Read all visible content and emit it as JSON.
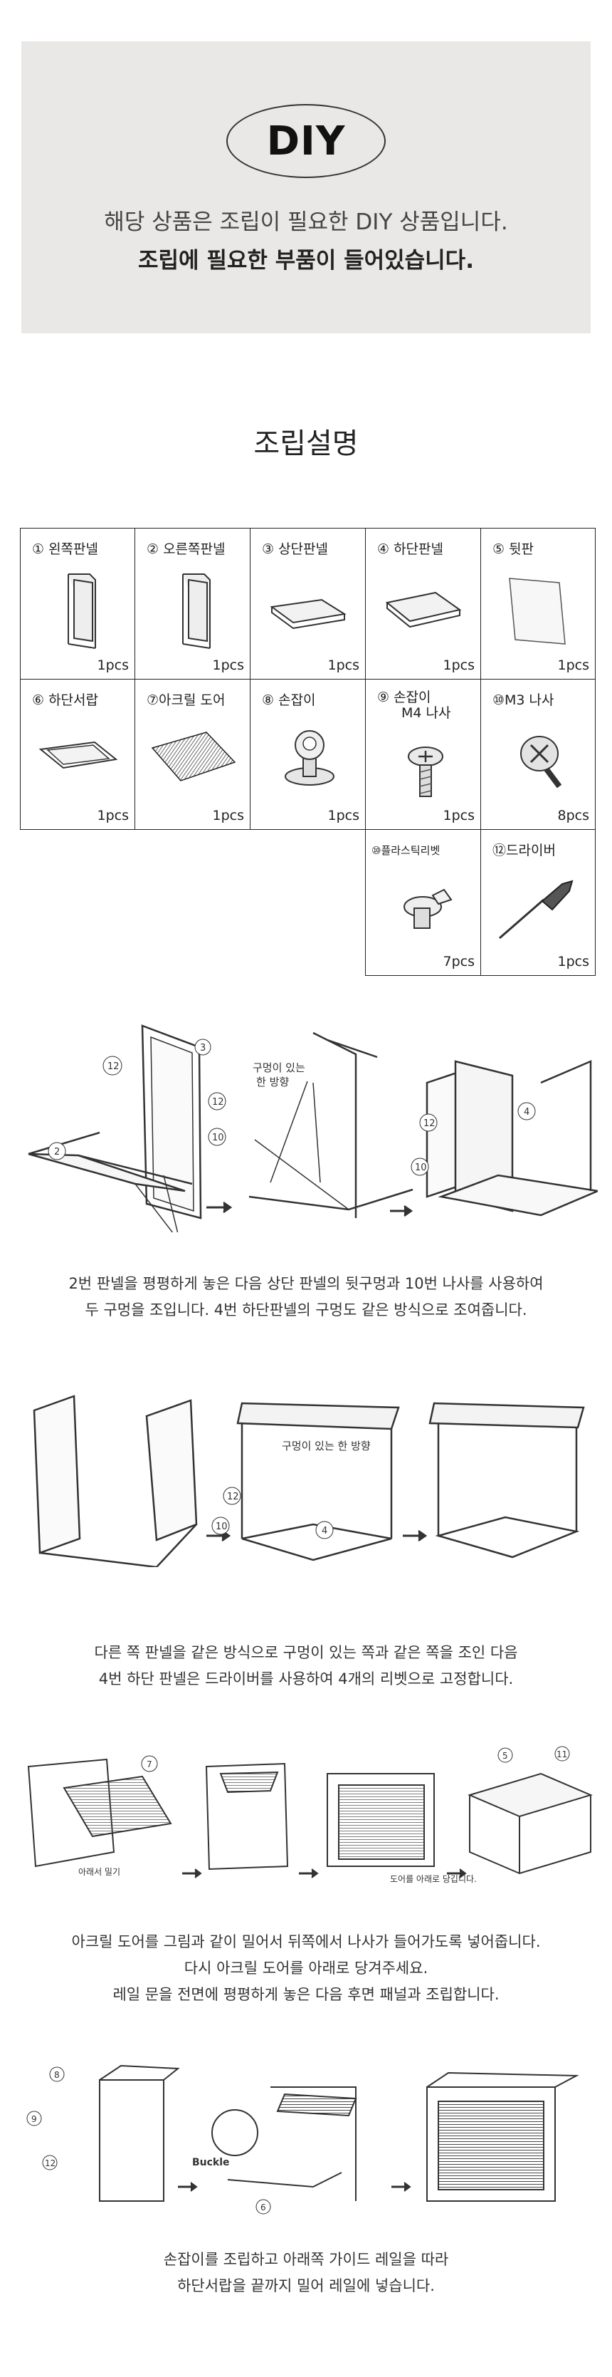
{
  "banner": {
    "badge": "DIY",
    "line1": "해당 상품은 조립이 필요한 DIY 상품입니다.",
    "line2": "조립에 필요한 부품이 들어있습니다."
  },
  "assembly_title": "조립설명",
  "parts": [
    {
      "label": "① 왼쪽판넬",
      "qty": "1pcs"
    },
    {
      "label": "② 오른쪽판넬",
      "qty": "1pcs"
    },
    {
      "label": "③ 상단판넬",
      "qty": "1pcs"
    },
    {
      "label": "④ 하단판넬",
      "qty": "1pcs"
    },
    {
      "label": "⑤ 뒷판",
      "qty": "1pcs"
    },
    {
      "label": "⑥ 하단서랍",
      "qty": "1pcs"
    },
    {
      "label": "⑦아크릴 도어",
      "qty": "1pcs"
    },
    {
      "label": "⑧ 손잡이",
      "qty": "1pcs"
    },
    {
      "label": "⑨ 손잡이",
      "label2": "M4 나사",
      "qty": "1pcs"
    },
    {
      "label": "⑩M3 나사",
      "qty": "8pcs"
    },
    {
      "label": "⑩플라스틱리벳",
      "qty": "7pcs"
    },
    {
      "label": "⑫드라이버",
      "qty": "1pcs"
    }
  ],
  "steps": [
    {
      "annotations": {
        "hole_side": "구멍이 있는",
        "hole_side2": "한 방향",
        "n12": "12",
        "n3": "3",
        "n2": "2",
        "n10": "10",
        "n4": "4"
      },
      "caption": [
        "2번 판넬을 평평하게 놓은 다음 상단 판넬의 뒷구멍과 10번 나사를 사용하여",
        "두 구멍을 조입니다. 4번 하단판넬의 구멍도 같은 방식으로 조여줍니다."
      ]
    },
    {
      "annotations": {
        "hole_side": "구멍이 있는 한 방향",
        "n12": "12",
        "n10": "10",
        "n4": "4"
      },
      "caption": [
        "다른 쪽 판넬을 같은 방식으로 구멍이 있는 쪽과 같은 쪽을 조인 다음",
        "4번 하단 판넬은 드라이버를 사용하여 4개의 리벳으로 고정합니다."
      ]
    },
    {
      "annotations": {
        "push_down": "아래서 밀기",
        "pull_down": "도어를 아래로 당깁니다.",
        "n7": "7",
        "n5": "5",
        "n11": "11"
      },
      "caption": [
        "아크릴 도어를 그림과 같이 밀어서 뒤쪽에서 나사가 들어가도록 넣어줍니다.",
        "다시 아크릴 도어를 아래로 당겨주세요.",
        "레일 문을 전면에 평평하게 놓은 다음 후면 패널과 조립합니다."
      ]
    },
    {
      "annotations": {
        "buckle": "Buckle",
        "n8": "8",
        "n9": "9",
        "n12": "12",
        "n6": "6"
      },
      "caption": [
        "손잡이를 조립하고 아래쪽 가이드 레일을 따라",
        "하단서랍을 끝까지 밀어 레일에 넣습니다."
      ]
    }
  ]
}
